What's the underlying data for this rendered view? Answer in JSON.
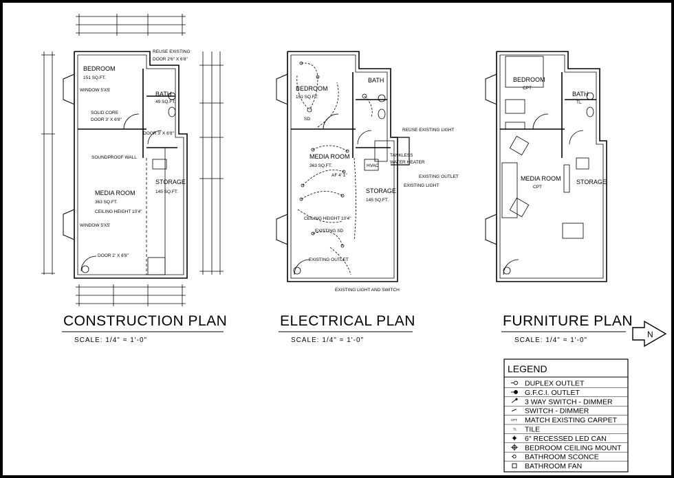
{
  "plans": [
    {
      "id": "construction",
      "title": "CONSTRUCTION PLAN",
      "scale": "SCALE:  1/4\" = 1'-0\"",
      "labels": {
        "bedroom": "BEDROOM",
        "bedroom_area": "151 SQ.FT.",
        "window_top": "WINDOW 5'X5'",
        "solid_core": "SOLID CORE",
        "door_bedroom": "DOOR 3' X 6'8\"",
        "reuse_door": "REUSE EXISTING",
        "reuse_door_size": "DOOR 2'6\" X 6'8\"",
        "bath": "BATH",
        "bath_area": "49 SQ.FT.",
        "door_bath": "DOOR 3' X 6'8\"",
        "soundproof": "SOUNDPROOF WALL",
        "media_room": "MEDIA ROOM",
        "media_area": "363 SQ.FT.",
        "ceiling": "CEILING HEIGHT 10'4\"",
        "window_bottom": "WINDOW 5'X5'",
        "storage": "STORAGE",
        "storage_area": "145 SQ.FT.",
        "door_bottom": "DOOR 2' X 6'8\""
      }
    },
    {
      "id": "electrical",
      "title": "ELECTRICAL PLAN",
      "scale": "SCALE:  1/4\" = 1'-0\"",
      "labels": {
        "bedroom": "BEDROOM",
        "bedroom_area": "151 SQ.FT.",
        "sd": "SD",
        "bath": "BATH",
        "reuse_light": "REUSE EXISTING LIGHT",
        "tankless": "TANKLESS",
        "water_heater": "WATER HEATER",
        "media_room": "MEDIA ROOM",
        "media_area": "363 SQ.FT.",
        "hvac": "HVAC",
        "af": "AF 4' 1\"",
        "existing_outlet_r": "EXISTING OUTLET",
        "existing_light_r": "EXISTING LIGHT",
        "storage": "STORAGE",
        "storage_area": "145 SQ.FT.",
        "ceiling": "CEILING HEIGHT 10'4\"",
        "existing_sd": "EXISTING SD",
        "existing_outlet_b": "EXISTING OUTLET",
        "existing_light_switch": "EXISTING LIGHT AND SWITCH"
      }
    },
    {
      "id": "furniture",
      "title": "FURNITURE PLAN",
      "scale": "SCALE:  1/4\" = 1'-0\"",
      "labels": {
        "bedroom": "BEDROOM",
        "bedroom_floor": "CPT",
        "bath": "BATH",
        "bath_floor": "TL",
        "media_room": "MEDIA ROOM",
        "media_floor": "CPT",
        "storage": "STORAGE"
      }
    }
  ],
  "north_arrow": "N",
  "legend": {
    "title": "LEGEND",
    "items": [
      {
        "symbol": "duplex-outlet-icon",
        "text": "DUPLEX OUTLET"
      },
      {
        "symbol": "gfci-outlet-icon",
        "text": "G.F.C.I. OUTLET"
      },
      {
        "symbol": "three-way-switch-icon",
        "text": "3 WAY SWITCH - DIMMER"
      },
      {
        "symbol": "switch-dimmer-icon",
        "text": "SWITCH - DIMMER"
      },
      {
        "symbol": "carpet-icon",
        "text": "MATCH EXISTING CARPET",
        "abbr": "CPT"
      },
      {
        "symbol": "tile-icon",
        "text": "TILE",
        "abbr": "TL"
      },
      {
        "symbol": "recessed-can-icon",
        "text": "6\" RECESSED LED CAN"
      },
      {
        "symbol": "ceiling-mount-icon",
        "text": "BEDROOM CEILING MOUNT"
      },
      {
        "symbol": "sconce-icon",
        "text": "BATHROOM SCONCE"
      },
      {
        "symbol": "fan-icon",
        "text": "BATHROOM FAN"
      }
    ]
  }
}
